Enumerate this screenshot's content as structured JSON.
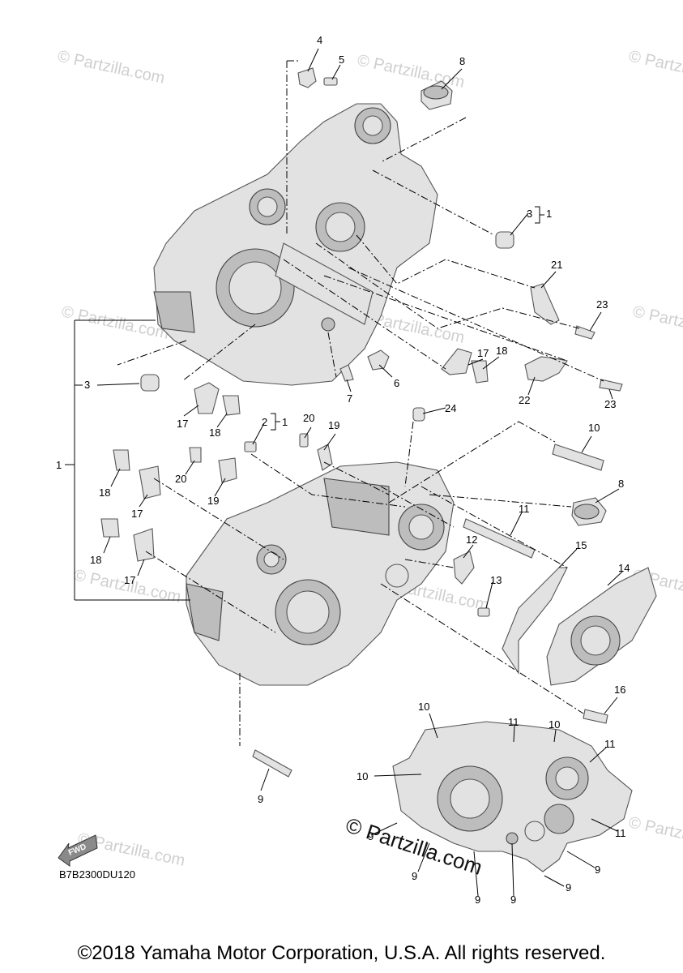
{
  "callouts": {
    "c4": "4",
    "c5": "5",
    "c8a": "8",
    "c3a": "3",
    "c1a": "1",
    "c21": "21",
    "c23a": "23",
    "c17a": "17",
    "c18a": "18",
    "c6": "6",
    "c7": "7",
    "c22": "22",
    "c23b": "23",
    "c3b": "3",
    "c17b": "17",
    "c18b": "18",
    "c2": "2",
    "c1b": "1",
    "c20a": "20",
    "c19a": "19",
    "c24": "24",
    "c1c": "1",
    "c10a": "10",
    "c18c": "18",
    "c20b": "20",
    "c19b": "19",
    "c8b": "8",
    "c17c": "17",
    "c11a": "11",
    "c18d": "18",
    "c12": "12",
    "c15": "15",
    "c14": "14",
    "c17d": "17",
    "c13": "13",
    "c16": "16",
    "c9a": "9",
    "c10b": "10",
    "c11b": "11",
    "c10c": "10",
    "c11c": "11",
    "c10d": "10",
    "c9b": "9",
    "c11d": "11",
    "c9c": "9",
    "c9d": "9",
    "c9e": "9",
    "c9f": "9",
    "c9g": "9"
  },
  "diagram_code": "B7B2300DU120",
  "fwd_label": "FWD",
  "watermark": {
    "small": "© Partzilla.com",
    "main": "© Partzilla.com"
  },
  "copyright": "©2018 Yamaha Motor Corporation, U.S.A. All rights reserved."
}
